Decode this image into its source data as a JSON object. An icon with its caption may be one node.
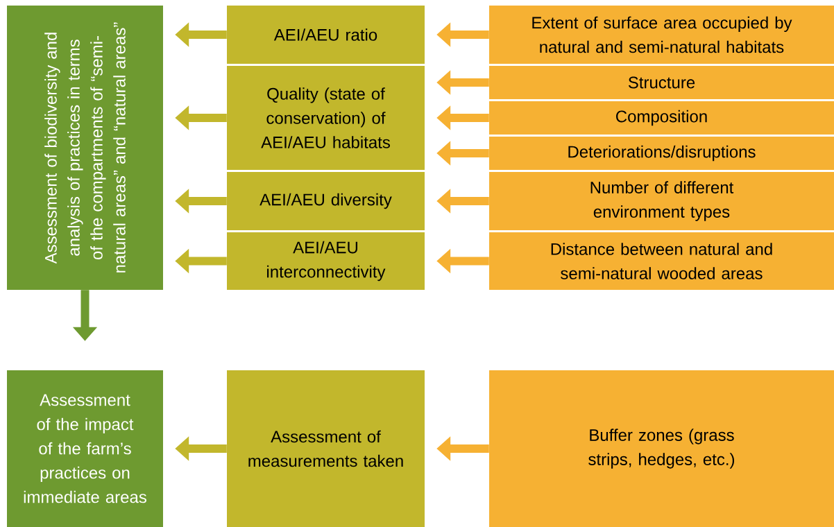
{
  "diagram": {
    "nodes": [
      {
        "text": [
          "Assessment of biodiversity and analysis of practices in terms of the compartments of “semi-natural areas” and “natural areas”"
        ]
      },
      {
        "text": [
          "Assessment of the impact of the farm’s practices on immediate areas"
        ]
      },
      {
        "text": [
          "AEI/AEU ratio"
        ]
      },
      {
        "text": [
          "Quality (state of conservation) of AEI/AEU habitats"
        ]
      },
      {
        "text": [
          "AEI/AEU diversity"
        ]
      },
      {
        "text": [
          "AEI/AEU interconnectivity"
        ]
      },
      {
        "text": [
          "Assessment of measurements taken"
        ]
      },
      {
        "text": [
          "Extent of surface area occupied by natural and semi-natural habitats"
        ]
      },
      {
        "text": [
          "Structure"
        ]
      },
      {
        "text": [
          "Composition"
        ]
      },
      {
        "text": [
          "Deteriorations/disruptions"
        ]
      },
      {
        "text": [
          "Number of different environment types"
        ]
      },
      {
        "text": [
          "Distance between natural and semi-natural wooded areas"
        ]
      },
      {
        "text": [
          "Buffer zones (grass strips, hedges, etc.)"
        ]
      }
    ],
    "edges": [
      {
        "from": 7,
        "to": 2,
        "arrow": "to"
      },
      {
        "from": 8,
        "to": 3,
        "arrow": "to"
      },
      {
        "from": 9,
        "to": 3,
        "arrow": "to"
      },
      {
        "from": 10,
        "to": 3,
        "arrow": "to"
      },
      {
        "from": 11,
        "to": 4,
        "arrow": "to"
      },
      {
        "from": 12,
        "to": 5,
        "arrow": "to"
      },
      {
        "from": 13,
        "to": 6,
        "arrow": "to"
      },
      {
        "from": 2,
        "to": 0,
        "arrow": "to",
        "color": "#c2b72c"
      },
      {
        "from": 3,
        "to": 0,
        "arrow": "to",
        "color": "#c2b72c"
      },
      {
        "from": 4,
        "to": 0,
        "arrow": "to",
        "color": "#c2b72c"
      },
      {
        "from": 5,
        "to": 0,
        "arrow": "to",
        "color": "#c2b72c"
      },
      {
        "from": 6,
        "to": 1,
        "arrow": "to",
        "color": "#c2b72c"
      },
      {
        "from": 0,
        "to": 1,
        "arrow": "to",
        "color": "#6e9a30"
      }
    ]
  }
}
